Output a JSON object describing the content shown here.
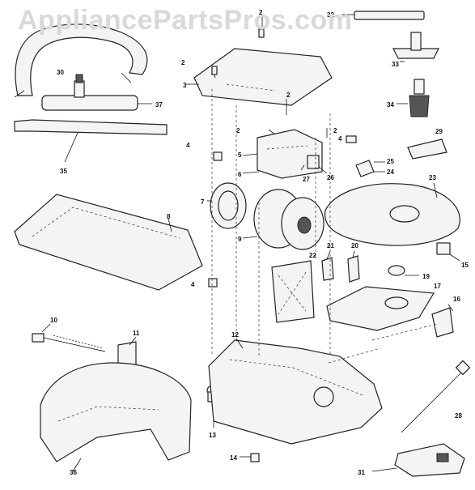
{
  "watermark": "AppliancePartsPros.com",
  "callouts": [
    {
      "id": "c30",
      "label": "30"
    },
    {
      "id": "c37",
      "label": "37"
    },
    {
      "id": "c35",
      "label": "35"
    },
    {
      "id": "c8",
      "label": "8"
    },
    {
      "id": "c10",
      "label": "10"
    },
    {
      "id": "c11",
      "label": "11"
    },
    {
      "id": "c36",
      "label": "36"
    },
    {
      "id": "c13",
      "label": "13"
    },
    {
      "id": "c14",
      "label": "14"
    },
    {
      "id": "c12",
      "label": "12"
    },
    {
      "id": "c2a",
      "label": "2"
    },
    {
      "id": "c2b",
      "label": "2"
    },
    {
      "id": "c2c",
      "label": "2"
    },
    {
      "id": "c2d",
      "label": "2"
    },
    {
      "id": "c2e",
      "label": "2"
    },
    {
      "id": "c3",
      "label": "3"
    },
    {
      "id": "c4a",
      "label": "4"
    },
    {
      "id": "c4b",
      "label": "4"
    },
    {
      "id": "c4c",
      "label": "4"
    },
    {
      "id": "c5",
      "label": "5"
    },
    {
      "id": "c6",
      "label": "6"
    },
    {
      "id": "c7",
      "label": "7"
    },
    {
      "id": "c9",
      "label": "9"
    },
    {
      "id": "c27",
      "label": "27"
    },
    {
      "id": "c26",
      "label": "26"
    },
    {
      "id": "c25",
      "label": "25"
    },
    {
      "id": "c24",
      "label": "24"
    },
    {
      "id": "c32",
      "label": "32"
    },
    {
      "id": "c33",
      "label": "33"
    },
    {
      "id": "c34",
      "label": "34"
    },
    {
      "id": "c29",
      "label": "29"
    },
    {
      "id": "c23",
      "label": "23"
    },
    {
      "id": "c15",
      "label": "15"
    },
    {
      "id": "c22",
      "label": "22"
    },
    {
      "id": "c21",
      "label": "21"
    },
    {
      "id": "c20",
      "label": "20"
    },
    {
      "id": "c19",
      "label": "19"
    },
    {
      "id": "c17",
      "label": "17"
    },
    {
      "id": "c16",
      "label": "16"
    },
    {
      "id": "c28",
      "label": "28"
    },
    {
      "id": "c31",
      "label": "31"
    }
  ]
}
